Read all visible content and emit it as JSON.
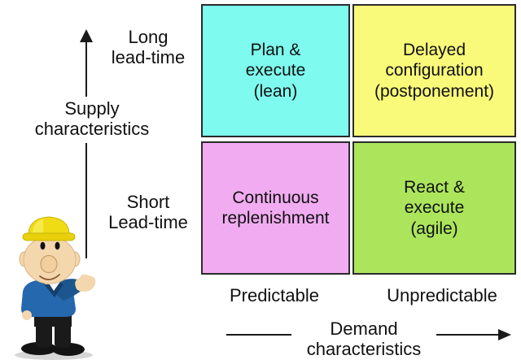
{
  "matrix": {
    "quadrants": {
      "top_left": {
        "text": "Plan &\nexecute\n(lean)",
        "color": "#7EFAEE"
      },
      "top_right": {
        "text": "Delayed\nconfiguration\n(postponement)",
        "color": "#FAFA7A"
      },
      "bottom_left": {
        "text": "Continuous\nreplenishment",
        "color": "#F1ACF1"
      },
      "bottom_right": {
        "text": "React &\nexecute\n(agile)",
        "color": "#ACE55C"
      }
    },
    "border_color": "#2a2a2a"
  },
  "y_axis": {
    "title": "Supply\ncharacteristics",
    "top_label": "Long\nlead-time",
    "bottom_label": "Short\nLead-time"
  },
  "x_axis": {
    "title": "Demand\ncharacteristics",
    "left_label": "Predictable",
    "right_label": "Unpredictable"
  },
  "character": {
    "name": "construction-worker-mascot",
    "hat_color": "#F0DC15",
    "jacket_color": "#2668AE",
    "skin_color": "#F4D7AD"
  },
  "colors": {
    "background": "#FFFFFF",
    "text": "#111111",
    "axis": "#1a1a1a"
  }
}
